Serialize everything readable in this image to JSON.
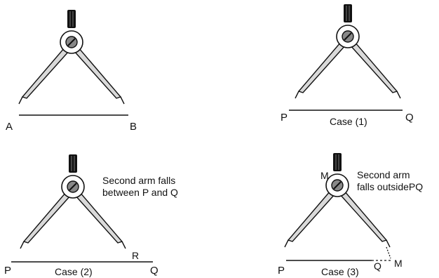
{
  "panel_a": {
    "label_left": "A",
    "label_right": "B"
  },
  "panel_1": {
    "label_left": "P",
    "label_right": "Q",
    "caption": "Case (1)"
  },
  "panel_2": {
    "label_left": "P",
    "label_right": "Q",
    "label_mark": "R",
    "caption": "Case (2)",
    "note_lines": [
      "Second arm falls",
      "between P and Q"
    ]
  },
  "panel_3": {
    "label_left": "P",
    "label_right": "Q",
    "label_top": "M",
    "label_mark": "M",
    "caption": "Case (3)",
    "note_lines": [
      "Second arm",
      "falls outsidePQ"
    ]
  }
}
